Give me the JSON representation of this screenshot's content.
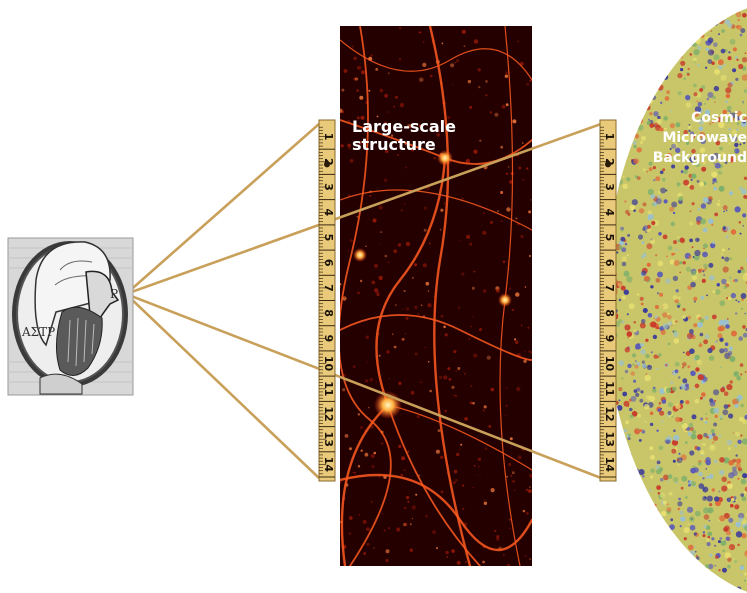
{
  "labels": {
    "large_scale_structure": [
      "Large-scale",
      "structure"
    ],
    "cmb": [
      "Cosmic",
      "Microwave",
      "Background"
    ]
  },
  "ruler": {
    "numbers": [
      "1",
      "2",
      "3",
      "4",
      "5",
      "6",
      "7",
      "8",
      "9",
      "10",
      "11",
      "12",
      "13",
      "14"
    ]
  },
  "colors": {
    "ruler_fill": "#e9c97a",
    "ruler_edge": "#8a6a2c",
    "sight_lines": "#c9a05a",
    "cosmic_web_bg": "#240000",
    "cosmic_web_filament": "#ff5a20",
    "cmb_base": "#c9c66a"
  }
}
